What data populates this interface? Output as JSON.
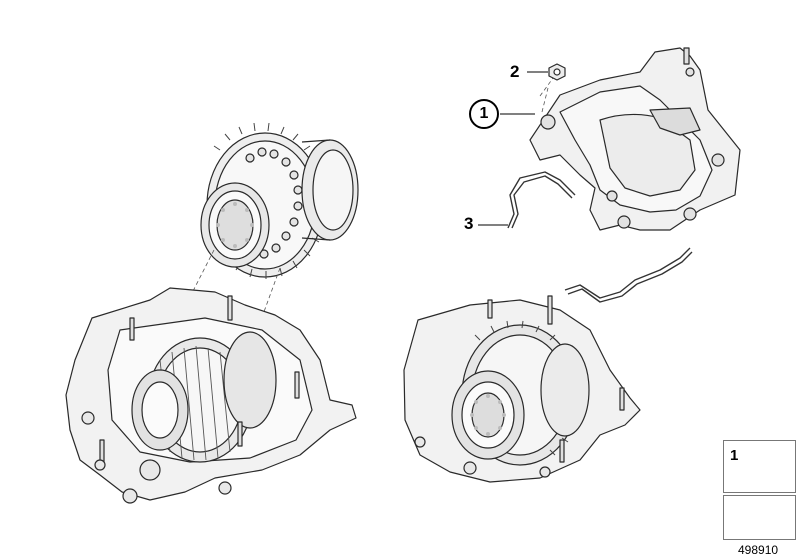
{
  "callouts": {
    "part1": "1",
    "part2": "2",
    "part3": "3"
  },
  "legend": {
    "item_number": "1"
  },
  "document_id": "498910",
  "colors": {
    "line": "#2a2a2a",
    "fill": "#f4f4f4",
    "shade": "#d9d9d9"
  }
}
